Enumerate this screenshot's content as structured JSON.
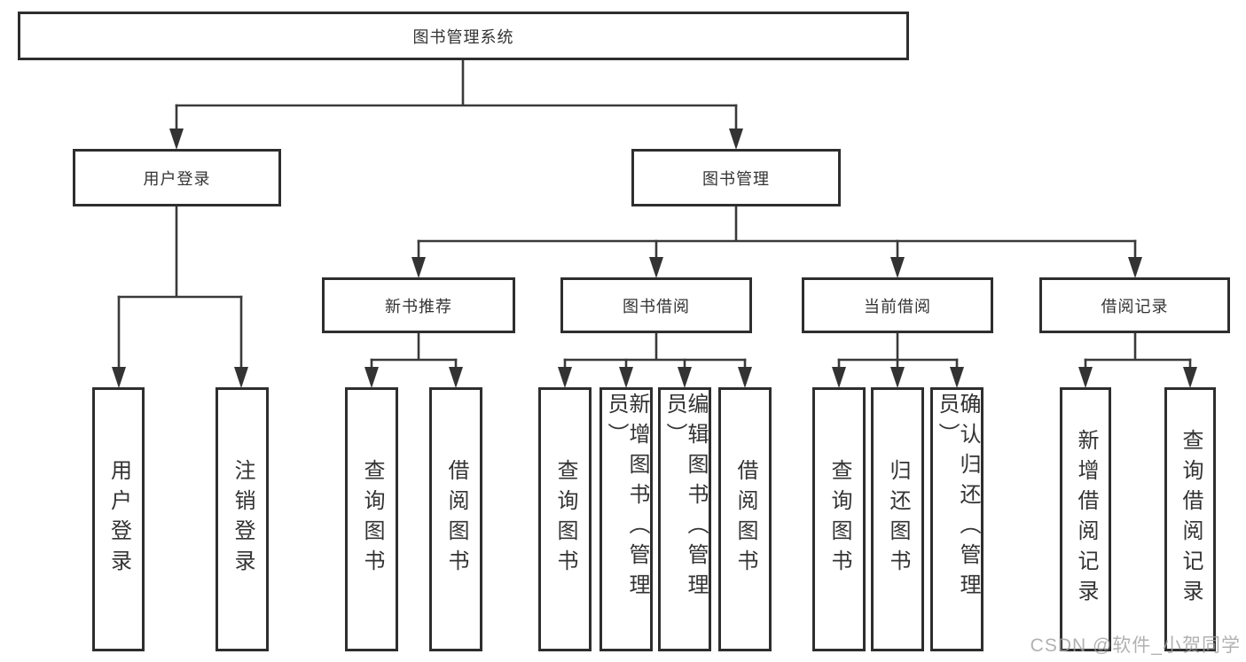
{
  "diagram": {
    "root": {
      "label": "图书管理系统"
    },
    "level2": [
      {
        "label": "用户登录"
      },
      {
        "label": "图书管理"
      }
    ],
    "level3": [
      {
        "label": "新书推荐"
      },
      {
        "label": "图书借阅"
      },
      {
        "label": "当前借阅"
      },
      {
        "label": "借阅记录"
      }
    ],
    "leaves": {
      "login": [
        {
          "label": "用户登录"
        },
        {
          "label": "注销登录"
        }
      ],
      "recommend": [
        {
          "label": "查询图书"
        },
        {
          "label": "借阅图书"
        }
      ],
      "borrow": [
        {
          "label": "查询图书"
        },
        {
          "label": "新增图书（管理员）"
        },
        {
          "label": "编辑图书（管理员）"
        },
        {
          "label": "借阅图书"
        }
      ],
      "current": [
        {
          "label": "查询图书"
        },
        {
          "label": "归还图书"
        },
        {
          "label": "确认归还（管理员）"
        }
      ],
      "records": [
        {
          "label": "新增借阅记录"
        },
        {
          "label": "查询借阅记录"
        }
      ]
    },
    "watermark": "CSDN @软件_小贺同学",
    "colors": {
      "line": "#3a3a3a",
      "box_border": "#2e2e2e",
      "box_fill": "#ffffff",
      "text": "#333333",
      "watermark": "#9e9e9e",
      "background": "#ffffff"
    }
  }
}
